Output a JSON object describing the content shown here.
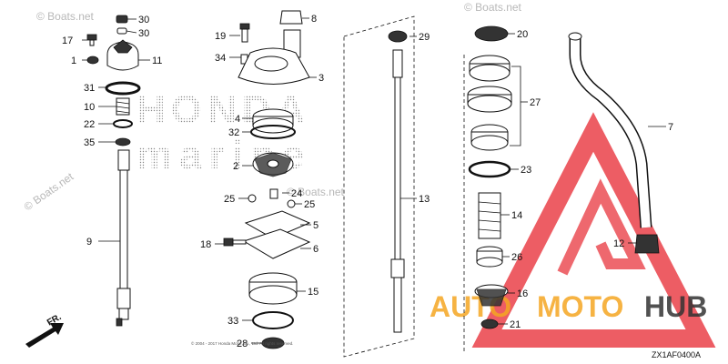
{
  "watermarks": {
    "top_left": "© Boats.net",
    "top_right": "© Boats.net",
    "middle": "© Boats.net",
    "left_mid": "© Boats.net"
  },
  "brand_background": {
    "line1": "HONDA",
    "line2": "marine"
  },
  "logo": {
    "word1": "AUTO",
    "word2": "MOTO",
    "word3": "HUB",
    "red_color": "#e8353d",
    "orange_color": "#f5a623"
  },
  "direction_label": "FR.",
  "diagram_code": "ZX1AF0400A",
  "copyright_fine_print": "© 2004 - 2017 Honda Motor Co., Ltd. All rights reserved.",
  "callouts": {
    "c30a": "30",
    "c30b": "30",
    "c17": "17",
    "c1": "1",
    "c11": "11",
    "c31": "31",
    "c10": "10",
    "c22": "22",
    "c35": "35",
    "c9": "9",
    "c8": "8",
    "c19": "19",
    "c34": "34",
    "c3": "3",
    "c4": "4",
    "c32": "32",
    "c2": "2",
    "c24": "24",
    "c25a": "25",
    "c25b": "25",
    "c5": "5",
    "c18": "18",
    "c6": "6",
    "c15": "15",
    "c33": "33",
    "c28": "28",
    "c29": "29",
    "c13": "13",
    "c20": "20",
    "c27": "27",
    "c23": "23",
    "c14": "14",
    "c26": "26",
    "c16": "16",
    "c21": "21",
    "c7": "7",
    "c12": "12"
  }
}
